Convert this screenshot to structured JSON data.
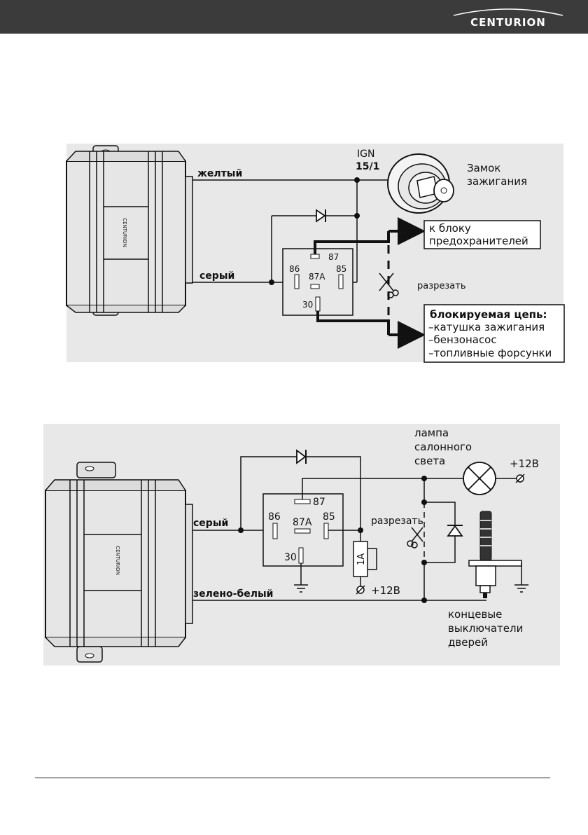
{
  "brand": {
    "name": "CENTURION"
  },
  "diagram1": {
    "wire_yellow": "желтый",
    "wire_grey": "серый",
    "ign_label": "IGN",
    "ign_code": "15/1",
    "ignition_lock_l1": "Замок",
    "ignition_lock_l2": "зажигания",
    "fuse_block_l1": "к блоку",
    "fuse_block_l2": "предохранителей",
    "cut_label": "разрезать",
    "pin87": "87",
    "pin87a": "87A",
    "pin86": "86",
    "pin85": "85",
    "pin30": "30",
    "blocked_title": "блокируемая цепь:",
    "blocked_items": [
      "–катушка зажигания",
      "–бензонасос",
      "–топливные форсунки"
    ]
  },
  "diagram2": {
    "wire_grey": "серый",
    "wire_green_white": "зелено-белый",
    "lamp_l1": "лампа",
    "lamp_l2": "салонного",
    "lamp_l3": "света",
    "plus12_top": "+12В",
    "plus12_fuse": "+12В",
    "fuse_label": "1А",
    "cut_label": "разрезать",
    "pin87": "87",
    "pin87a": "87A",
    "pin86": "86",
    "pin85": "85",
    "pin30": "30",
    "door_l1": "концевые",
    "door_l2": "выключатели",
    "door_l3": "дверей"
  }
}
